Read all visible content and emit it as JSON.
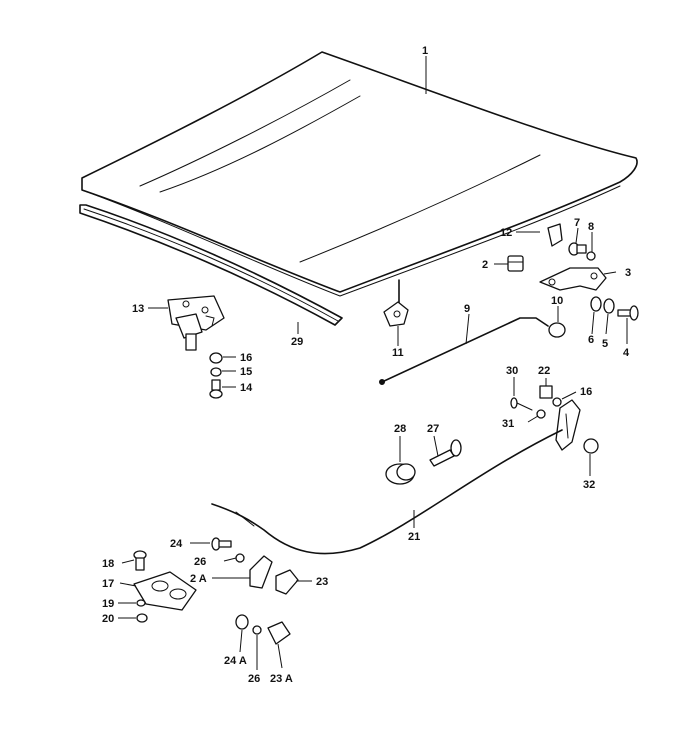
{
  "diagram": {
    "callouts": {
      "p1": "1",
      "p2": "2",
      "p3": "3",
      "p4": "4",
      "p5": "5",
      "p6": "6",
      "p7": "7",
      "p8": "8",
      "p9": "9",
      "p10": "10",
      "p11": "11",
      "p12": "12",
      "p13": "13",
      "p14": "14",
      "p15": "15",
      "p16a": "16",
      "p16b": "16",
      "p17": "17",
      "p18": "18",
      "p19": "19",
      "p20": "20",
      "p21": "21",
      "p22": "22",
      "p23": "23",
      "p23a": "23 A",
      "p24": "24",
      "p24a": "24 A",
      "p26a": "26",
      "p26b": "26",
      "p27": "27",
      "p28": "28",
      "p29": "29",
      "p2a": "2 A",
      "p30": "30",
      "p31": "31",
      "p32": "32"
    }
  }
}
